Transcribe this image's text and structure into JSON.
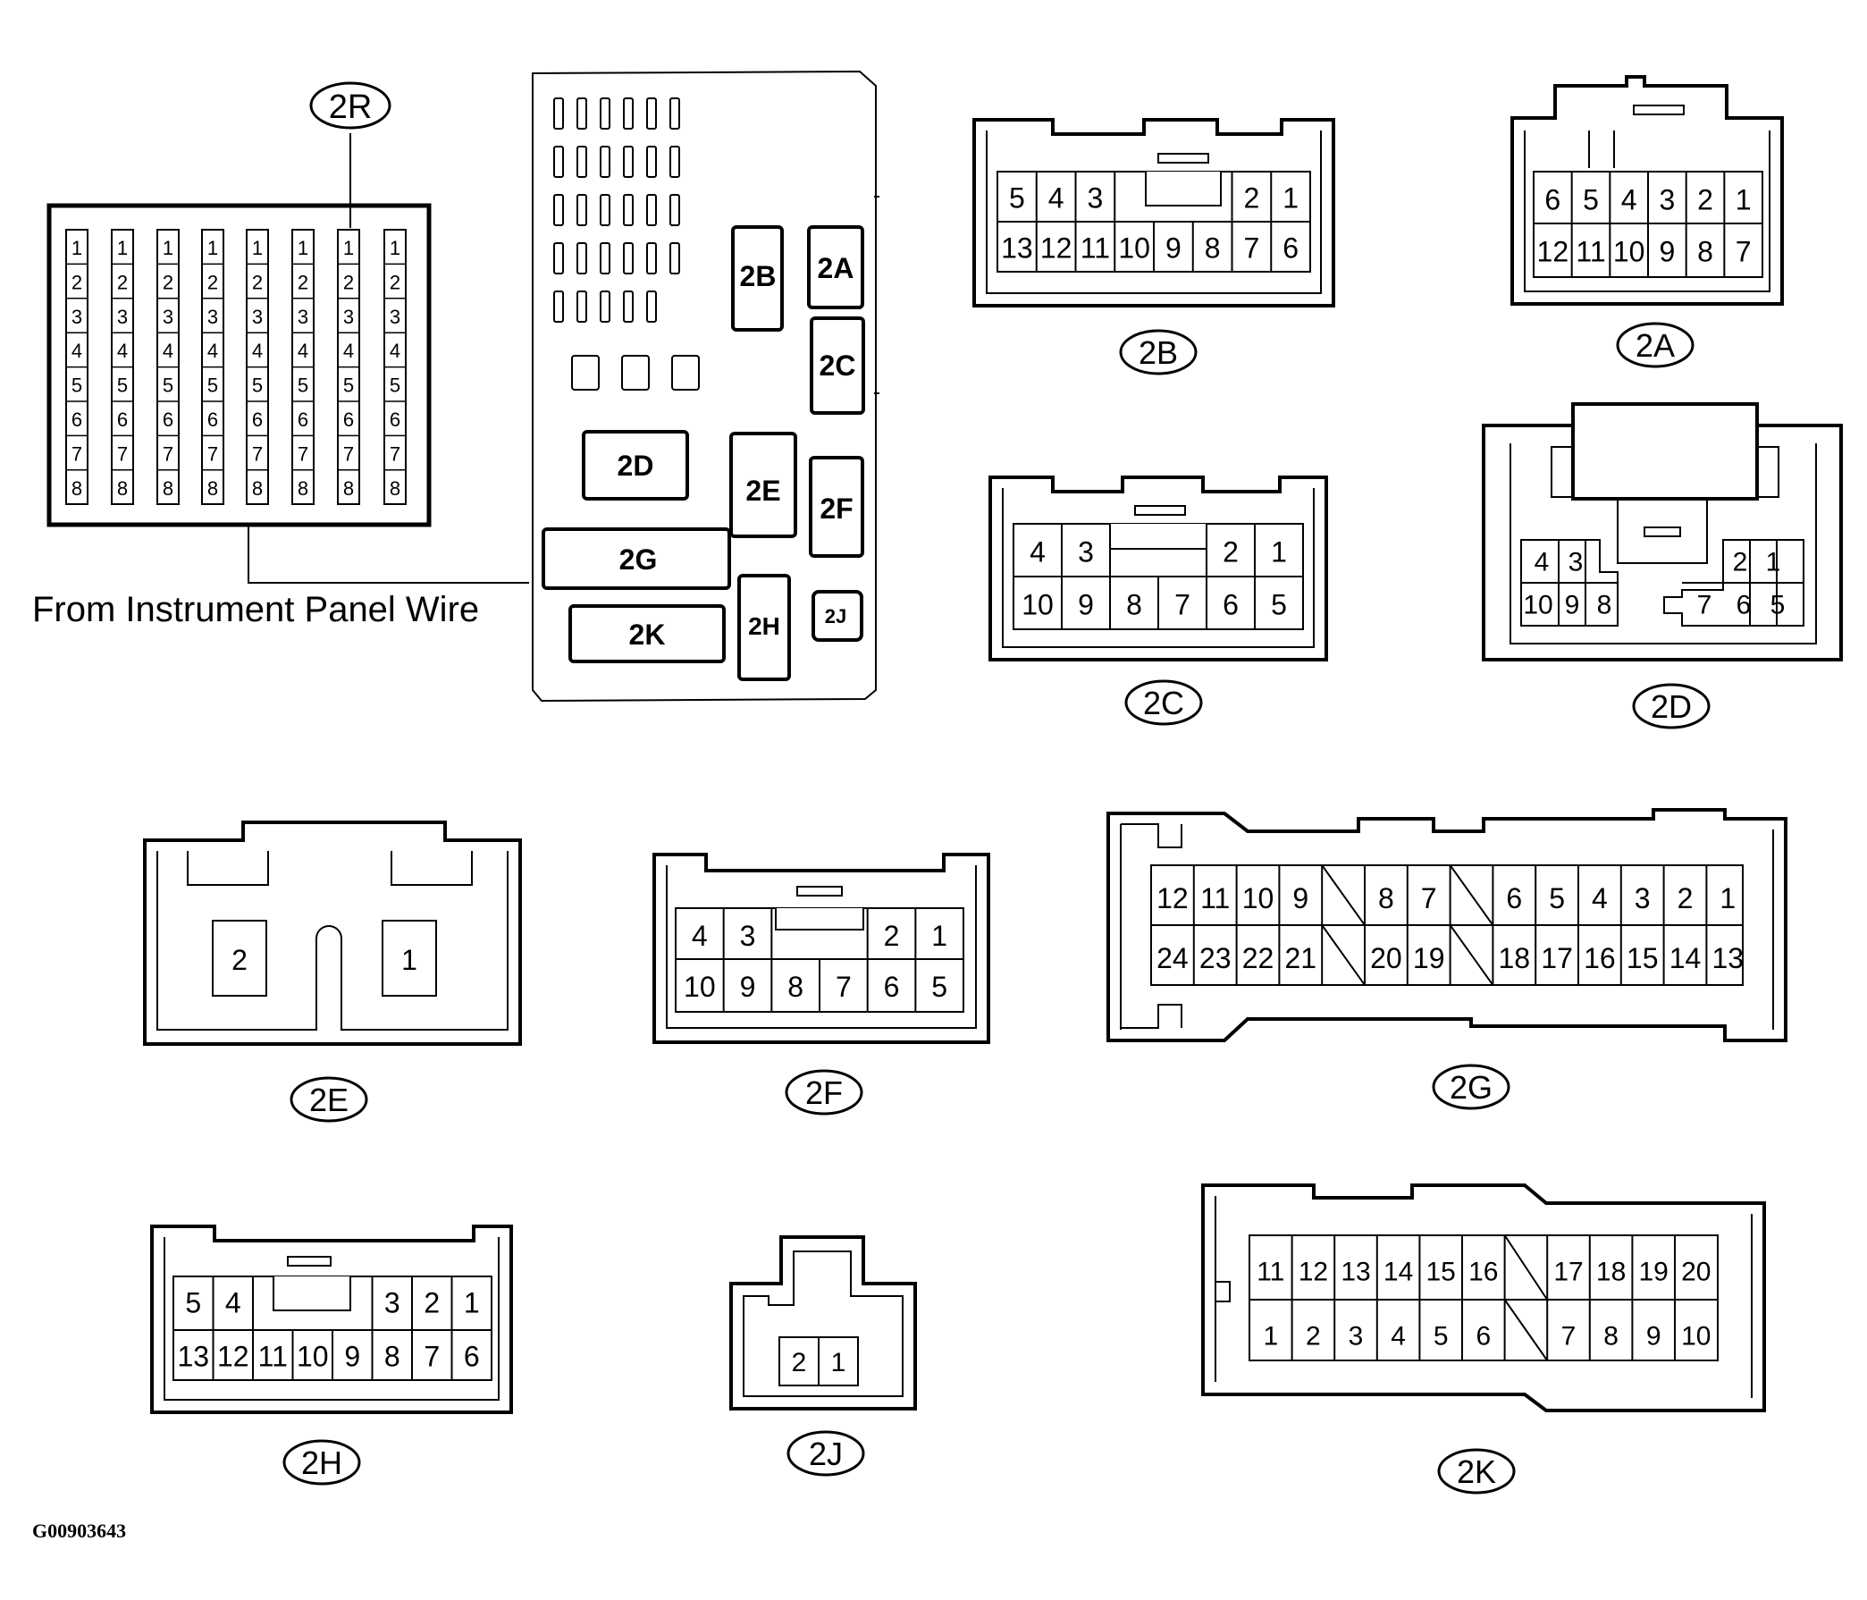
{
  "figure_code": "G00903643",
  "from_label": "From Instrument Panel Wire",
  "block_labels": {
    "2A": "2A",
    "2B": "2B",
    "2C": "2C",
    "2D": "2D",
    "2E": "2E",
    "2F": "2F",
    "2G": "2G",
    "2H": "2H",
    "2J": "2J",
    "2K": "2K",
    "2R": "2R"
  },
  "r_pins": [
    "1",
    "2",
    "3",
    "4",
    "5",
    "6",
    "7",
    "8"
  ],
  "connectors": {
    "2B": {
      "label": "2B",
      "top": [
        "5",
        "4",
        "3",
        "2",
        "1"
      ],
      "bottom": [
        "13",
        "12",
        "11",
        "10",
        "9",
        "8",
        "7",
        "6"
      ]
    },
    "2A": {
      "label": "2A",
      "top": [
        "6",
        "5",
        "4",
        "3",
        "2",
        "1"
      ],
      "bottom": [
        "12",
        "11",
        "10",
        "9",
        "8",
        "7"
      ]
    },
    "2C": {
      "label": "2C",
      "top": [
        "4",
        "3",
        "2",
        "1"
      ],
      "bottom": [
        "10",
        "9",
        "8",
        "7",
        "6",
        "5"
      ]
    },
    "2D": {
      "label": "2D",
      "top": [
        "4",
        "3",
        "2",
        "1"
      ],
      "bottom": [
        "10",
        "9",
        "8",
        "7",
        "6",
        "5"
      ]
    },
    "2E": {
      "label": "2E",
      "pins": [
        "2",
        "1"
      ]
    },
    "2F": {
      "label": "2F",
      "top": [
        "4",
        "3",
        "2",
        "1"
      ],
      "bottom": [
        "10",
        "9",
        "8",
        "7",
        "6",
        "5"
      ]
    },
    "2G": {
      "label": "2G",
      "top": [
        "12",
        "11",
        "10",
        "9",
        "8",
        "7",
        "6",
        "5",
        "4",
        "3",
        "2",
        "1"
      ],
      "bottom": [
        "24",
        "23",
        "22",
        "21",
        "20",
        "19",
        "18",
        "17",
        "16",
        "15",
        "14",
        "13"
      ]
    },
    "2H": {
      "label": "2H",
      "top": [
        "5",
        "4",
        "3",
        "2",
        "1"
      ],
      "bottom": [
        "13",
        "12",
        "11",
        "10",
        "9",
        "8",
        "7",
        "6"
      ]
    },
    "2J": {
      "label": "2J",
      "pins": [
        "2",
        "1"
      ]
    },
    "2K": {
      "label": "2K",
      "top": [
        "11",
        "12",
        "13",
        "14",
        "15",
        "16",
        "17",
        "18",
        "19",
        "20"
      ],
      "bottom": [
        "1",
        "2",
        "3",
        "4",
        "5",
        "6",
        "7",
        "8",
        "9",
        "10"
      ]
    }
  }
}
